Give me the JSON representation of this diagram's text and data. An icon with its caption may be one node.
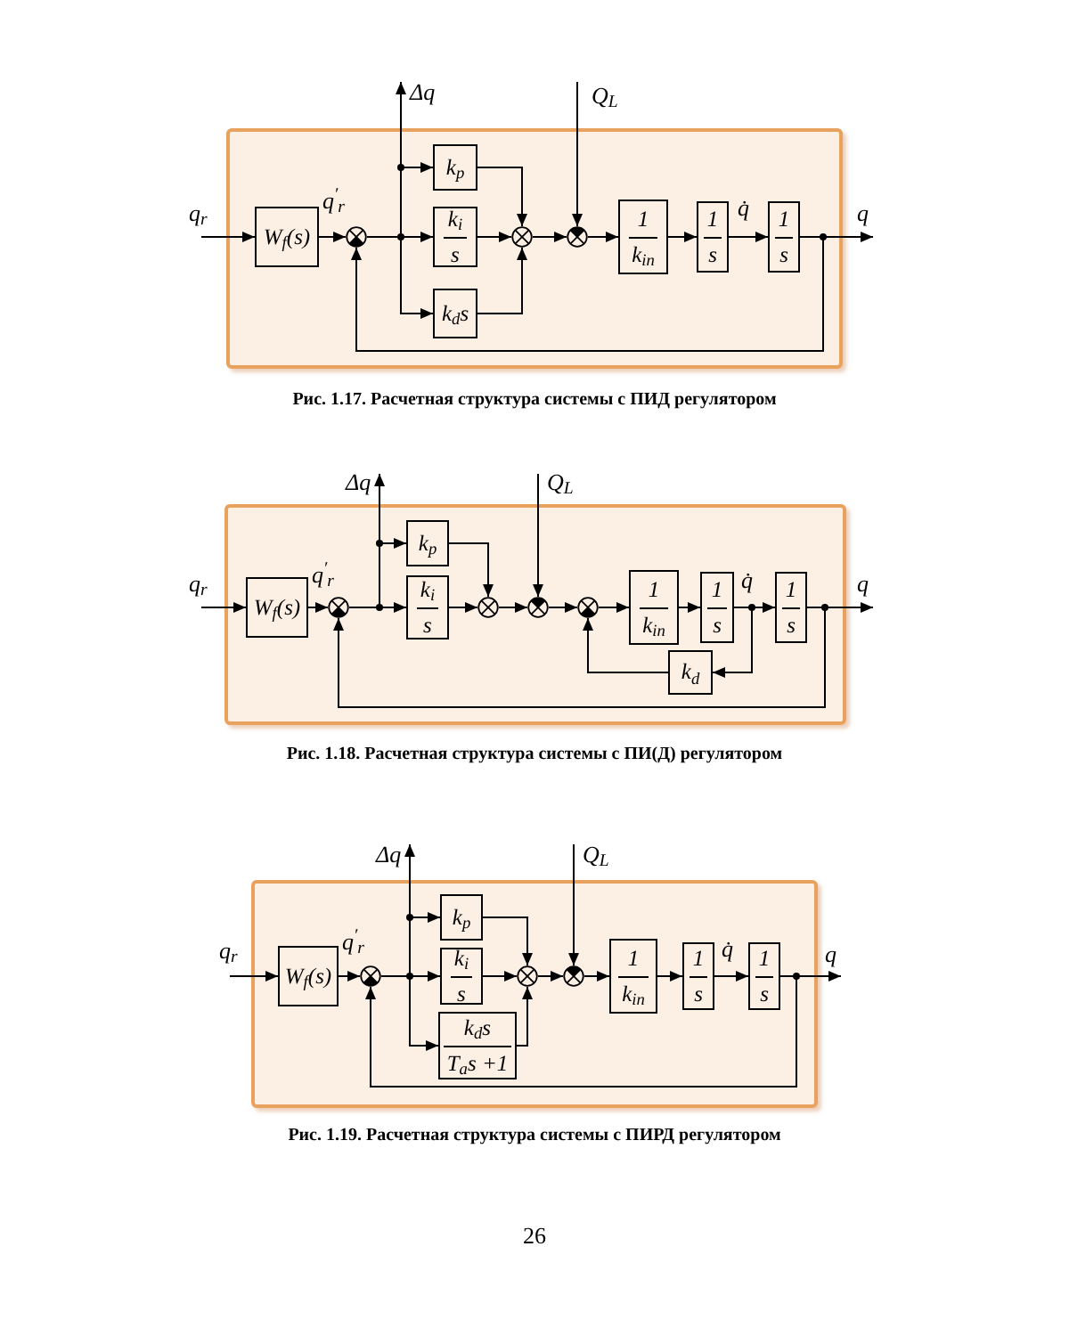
{
  "diagram": {
    "nodes": [
      {
        "text": [],
        "shape": "box",
        "beside": [
          "Рис. 1.17. Расчетная структура системы с ПИД регулятором"
        ]
      },
      {
        "text": [
          "W$_{f}$(s)"
        ],
        "in": 0
      },
      {
        "text": [],
        "shape": "circle",
        "in": 0
      },
      {
        "text": [
          "k$_{p}$"
        ],
        "in": 0
      },
      {
        "text": [
          "k$_{i}$",
          "s"
        ],
        "in": 0
      },
      {
        "text": [
          "k$_{d}$s"
        ],
        "in": 0
      },
      {
        "text": [],
        "shape": "circle",
        "in": 0
      },
      {
        "text": [],
        "shape": "circle",
        "in": 0
      },
      {
        "text": [
          "1",
          "k$_{in}$"
        ],
        "in": 0
      },
      {
        "text": [
          "1",
          "s"
        ],
        "in": 0
      },
      {
        "text": [
          "1",
          "s"
        ],
        "in": 0
      },
      {
        "text": [],
        "shape": "box",
        "beside": [
          "Рис. 1.18. Расчетная структура системы с ПИ(Д) регулятором"
        ]
      },
      {
        "text": [
          "W$_{f}$(s)"
        ],
        "in": 11
      },
      {
        "text": [],
        "shape": "circle",
        "in": 11
      },
      {
        "text": [
          "k$_{p}$"
        ],
        "in": 11
      },
      {
        "text": [
          "k$_{i}$",
          "s"
        ],
        "in": 11
      },
      {
        "text": [],
        "shape": "circle",
        "in": 11
      },
      {
        "text": [],
        "shape": "circle",
        "in": 11
      },
      {
        "text": [],
        "shape": "circle",
        "in": 11
      },
      {
        "text": [
          "1",
          "k$_{in}$"
        ],
        "in": 11
      },
      {
        "text": [
          "1",
          "s"
        ],
        "in": 11
      },
      {
        "text": [
          "1",
          "s"
        ],
        "in": 11
      },
      {
        "text": [
          "k$_{d}$"
        ],
        "in": 11
      },
      {
        "text": [],
        "shape": "box",
        "beside": [
          "Рис. 1.19. Расчетная структура системы с ПИРД регулятором"
        ]
      },
      {
        "text": [
          "W$_{f}$(s)"
        ],
        "in": 23
      },
      {
        "text": [],
        "shape": "circle",
        "in": 23
      },
      {
        "text": [
          "k$_{p}$"
        ],
        "in": 23
      },
      {
        "text": [
          "k$_{i}$",
          "s"
        ],
        "in": 23
      },
      {
        "text": [
          "k$_{d}$s",
          "T$_{a}$s +1"
        ],
        "in": 23
      },
      {
        "text": [],
        "shape": "circle",
        "in": 23
      },
      {
        "text": [],
        "shape": "circle",
        "in": 23
      },
      {
        "text": [
          "1",
          "k$_{in}$"
        ],
        "in": 23
      },
      {
        "text": [
          "1",
          "s"
        ],
        "in": 23
      },
      {
        "text": [
          "1",
          "s"
        ],
        "in": 23
      }
    ],
    "edges": [
      {
        "from": null,
        "to": 1,
        "arrow": "to",
        "label": "q$_{r}$"
      },
      {
        "from": 1,
        "to": 2,
        "arrow": "to",
        "label": "q$^{′}$$_{r}$"
      },
      {
        "from": 2,
        "to": null,
        "arrow": "to",
        "label": "Δq"
      },
      {
        "from": 2,
        "to": 3,
        "arrow": "to"
      },
      {
        "from": 2,
        "to": 4,
        "arrow": "to"
      },
      {
        "from": 2,
        "to": 5,
        "arrow": "to"
      },
      {
        "from": 3,
        "to": 6,
        "arrow": "to"
      },
      {
        "from": 4,
        "to": 6,
        "arrow": "to"
      },
      {
        "from": 5,
        "to": 6,
        "arrow": "to"
      },
      {
        "from": 6,
        "to": 7,
        "arrow": "to"
      },
      {
        "from": null,
        "to": 7,
        "arrow": "to",
        "label": "Q$_{L}$"
      },
      {
        "from": 7,
        "to": 8,
        "arrow": "to"
      },
      {
        "from": 8,
        "to": 9,
        "arrow": "to"
      },
      {
        "from": 9,
        "to": 10,
        "arrow": "to",
        "label": "q̇"
      },
      {
        "from": 10,
        "to": null,
        "arrow": "to",
        "label": "q"
      },
      {
        "from": 10,
        "to": 2,
        "arrow": "to"
      },
      {
        "from": null,
        "to": 12,
        "arrow": "to",
        "label": "q$_{r}$"
      },
      {
        "from": 12,
        "to": 13,
        "arrow": "to",
        "label": "q$^{′}$$_{r}$"
      },
      {
        "from": 13,
        "to": null,
        "arrow": "to",
        "label": "Δq"
      },
      {
        "from": 13,
        "to": 14,
        "arrow": "to"
      },
      {
        "from": 13,
        "to": 15,
        "arrow": "to"
      },
      {
        "from": 14,
        "to": 16,
        "arrow": "to"
      },
      {
        "from": 15,
        "to": 16,
        "arrow": "to"
      },
      {
        "from": 16,
        "to": 17,
        "arrow": "to"
      },
      {
        "from": null,
        "to": 17,
        "arrow": "to",
        "label": "Q$_{L}$"
      },
      {
        "from": 17,
        "to": 18,
        "arrow": "to"
      },
      {
        "from": 18,
        "to": 19,
        "arrow": "to"
      },
      {
        "from": 19,
        "to": 20,
        "arrow": "to"
      },
      {
        "from": 20,
        "to": 21,
        "arrow": "to",
        "label": "q̇"
      },
      {
        "from": 20,
        "to": 22,
        "arrow": "to"
      },
      {
        "from": 22,
        "to": 18,
        "arrow": "to"
      },
      {
        "from": 21,
        "to": null,
        "arrow": "to",
        "label": "q"
      },
      {
        "from": 21,
        "to": 13,
        "arrow": "to"
      },
      {
        "from": null,
        "to": 24,
        "arrow": "to",
        "label": "q$_{r}$"
      },
      {
        "from": 24,
        "to": 25,
        "arrow": "to",
        "label": "q$^{′}$$_{r}$"
      },
      {
        "from": 25,
        "to": null,
        "arrow": "to",
        "label": "Δq"
      },
      {
        "from": 25,
        "to": 26,
        "arrow": "to"
      },
      {
        "from": 25,
        "to": 27,
        "arrow": "to"
      },
      {
        "from": 25,
        "to": 28,
        "arrow": "to"
      },
      {
        "from": 26,
        "to": 29,
        "arrow": "to"
      },
      {
        "from": 27,
        "to": 29,
        "arrow": "to"
      },
      {
        "from": 28,
        "to": 29,
        "arrow": "to"
      },
      {
        "from": 29,
        "to": 30,
        "arrow": "to"
      },
      {
        "from": null,
        "to": 30,
        "arrow": "to",
        "label": "Q$_{L}$"
      },
      {
        "from": 30,
        "to": 31,
        "arrow": "to"
      },
      {
        "from": 31,
        "to": 32,
        "arrow": "to"
      },
      {
        "from": 32,
        "to": 33,
        "arrow": "to",
        "label": "q̇"
      },
      {
        "from": 33,
        "to": null,
        "arrow": "to",
        "label": "q"
      },
      {
        "from": 33,
        "to": 25,
        "arrow": "to"
      }
    ],
    "labels": [
      "26"
    ]
  }
}
